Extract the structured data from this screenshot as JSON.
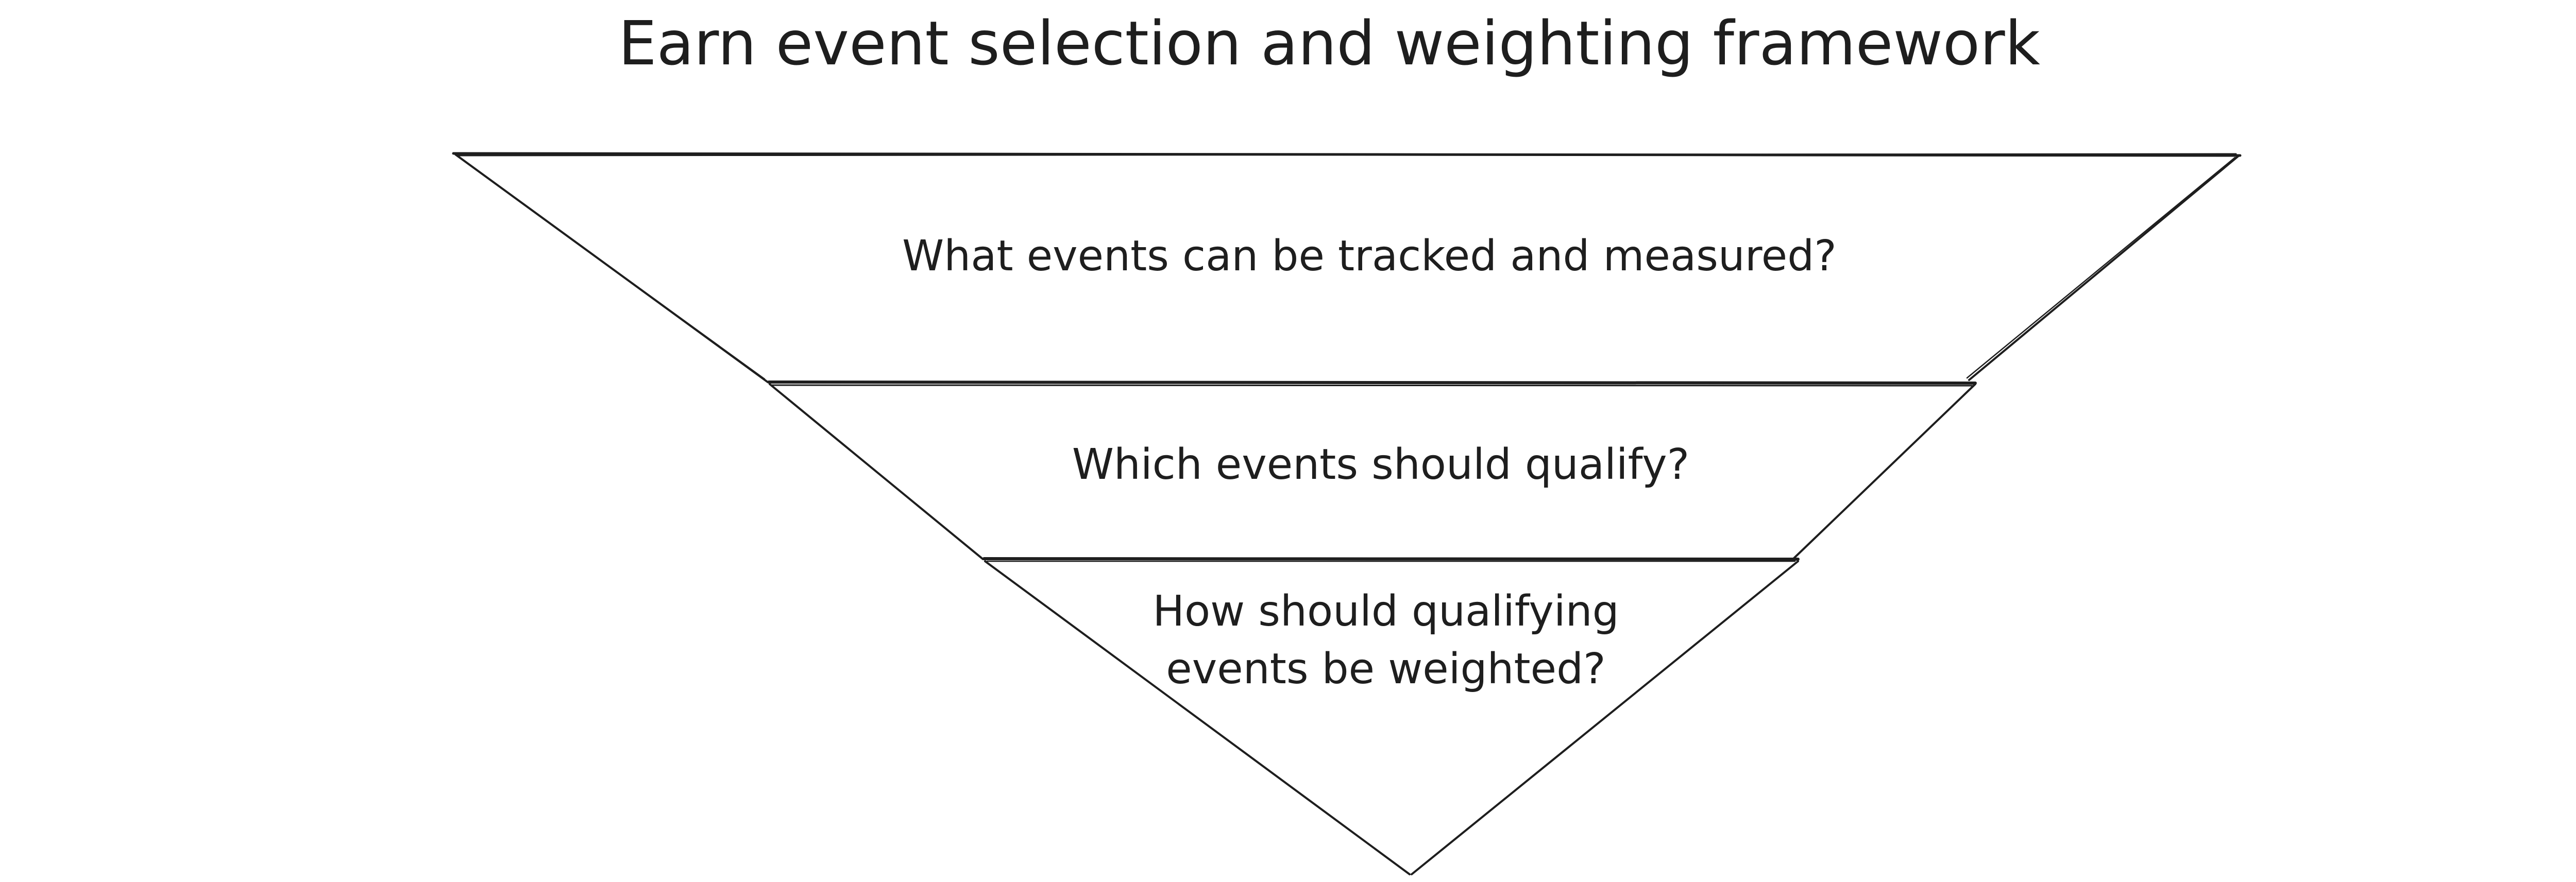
{
  "diagram": {
    "title": "Earn event selection and weighting framework",
    "layers": [
      {
        "lines": [
          "What events can be tracked and measured?"
        ]
      },
      {
        "lines": [
          "Which events should qualify?"
        ]
      },
      {
        "lines": [
          "How should qualifying",
          "events be weighted?"
        ]
      }
    ],
    "colors": {
      "background": "#ffffff",
      "stroke": "#1e1e1e",
      "text": "#1e1e1e"
    }
  }
}
